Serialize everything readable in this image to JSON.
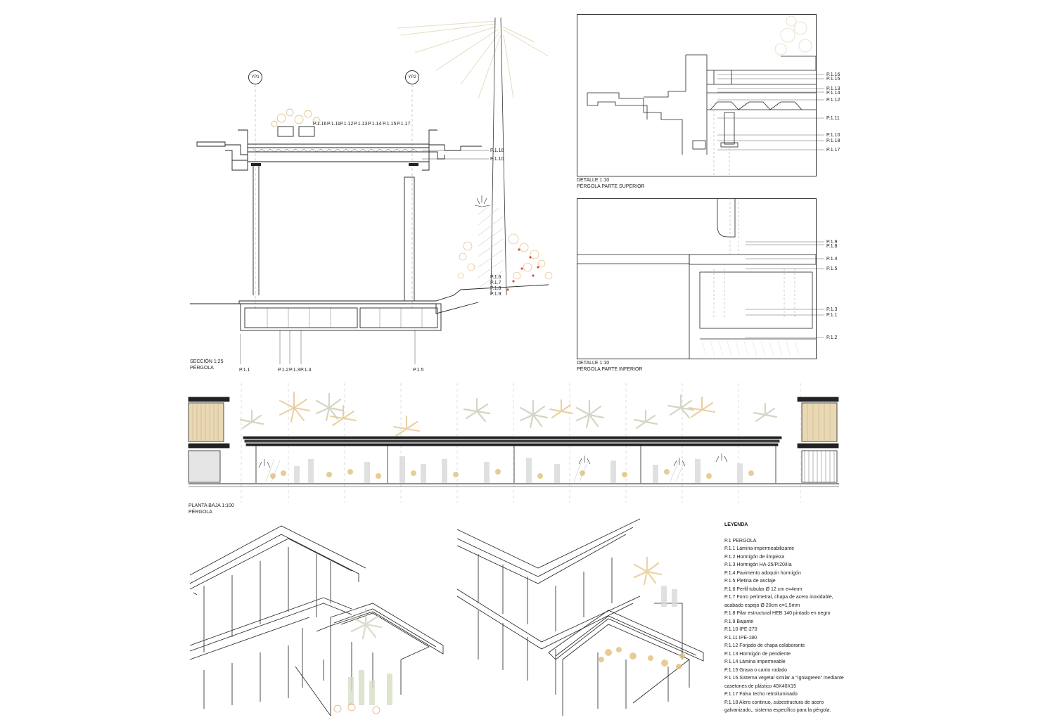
{
  "section": {
    "title": "SECCIÓN 1:25",
    "subtitle": "PÉRGOLA",
    "grid_axes": [
      "YP1",
      "YP2"
    ],
    "top_labels": [
      "P.1.16",
      "P.1.11",
      "P.1.12",
      "P.1.13",
      "P.1.14",
      "P.1.15",
      "P.1.17"
    ],
    "right_labels": [
      "P.1.18",
      "P.1.10",
      "P.1.6",
      "P.1.7",
      "P.1.8",
      "P.1.9"
    ],
    "bottom_labels": [
      "P.1.1",
      "P.1.2",
      "P.1.3",
      "P.1.4",
      "P.1.5"
    ]
  },
  "detail_top": {
    "title": "DETALLE 1:10",
    "subtitle": "PÉRGOLA PARTE SUPERIOR",
    "labels": [
      "P.1.16",
      "P.1.15",
      "P.1.13",
      "P.1.14",
      "P.1.12",
      "P.1.11",
      "P.1.10",
      "P.1.18",
      "P.1.17"
    ]
  },
  "detail_bottom": {
    "title": "DETALLE 1:10",
    "subtitle": "PÉRGOLA PARTE INFERIOR",
    "labels": [
      "P.1.9",
      "P.1.8",
      "P.1.4",
      "P.1.5",
      "P.1.3",
      "P.1.1",
      "P.1.2"
    ]
  },
  "plan": {
    "title": "PLANTA BAJA 1:100",
    "subtitle": "PÉRGOLA"
  },
  "legend": {
    "heading": "LEYENDA",
    "group": "P.1   PERGOLA",
    "items": [
      "P.1.1 Lámina impermeabilizante",
      "P.1.2 Hormigón de limpieza",
      "P.1.3 Hormigón HA-25/P/20/IIa",
      "P.1.4 Pavimento adoquín hormigón",
      "P.1.5 Pletina de anclaje",
      "P.1.6 Perfil tubular Ø 12 cm e=4mm",
      "P.1.7 Forro perimetral, chapa de acero inoxidable,",
      "acabado espejo Ø 20cm e=1,5mm",
      "P.1.8 Pilar estructural  HEB 140 pintado en negro",
      "P.1.9 Bajante",
      "P.1.10 IPE-270",
      "P.1.11 IPE-180",
      "P.1.12 Forjado de chapa colaborante",
      "P.1.13 Hormigón de pendiente",
      "P.1.14 Lámina impermeable",
      "P.1.15 Grava o canto rodado",
      "P.1.16 Sistema vegetal similar a \"Igniagreen\" mediante",
      "casetones de plástico 40X40X15",
      "P.1.17 Falso techo retroiluminado",
      "P.1.18 Alero continuo, subestructura de acero",
      "galvanizado,, sistema específico para la pérgola."
    ]
  }
}
